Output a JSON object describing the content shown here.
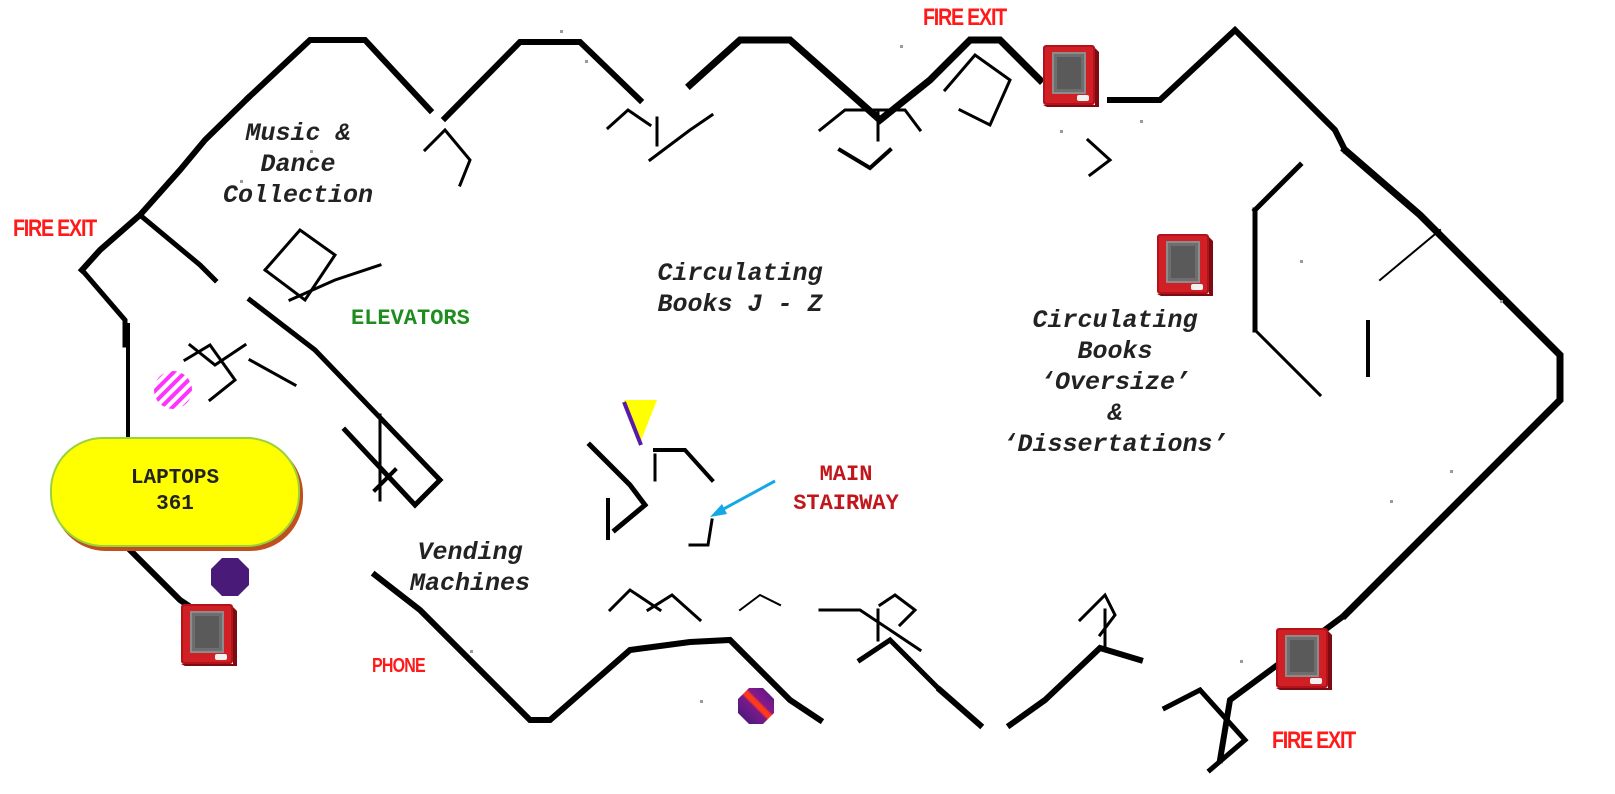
{
  "areas": {
    "music": "Music &\nDance\nCollection",
    "circ_jz": "Circulating\nBooks J - Z",
    "circ_oversize": "Circulating\nBooks\n‘Oversize’\n&\n‘Dissertations’",
    "vending": "Vending\nMachines"
  },
  "labels": {
    "elevators": "ELEVATORS",
    "main_stairway": "MAIN\nSTAIRWAY",
    "phone": "PHONE",
    "fire_exit": "FIRE EXIT"
  },
  "laptops": {
    "title": "LAPTOPS",
    "room": "361"
  },
  "colors": {
    "fire_exit": "#ff1a1a",
    "elevators": "#1e8c1e",
    "stairway": "#c0161c",
    "laptops_fill": "#ffff00",
    "stair_arrow": "#14a9e6",
    "you_are_here": "#ffff00"
  },
  "icons": [
    "fire-extinguisher-icon",
    "you-are-here-marker-icon",
    "restroom-icon",
    "stop-octagon-icon"
  ]
}
